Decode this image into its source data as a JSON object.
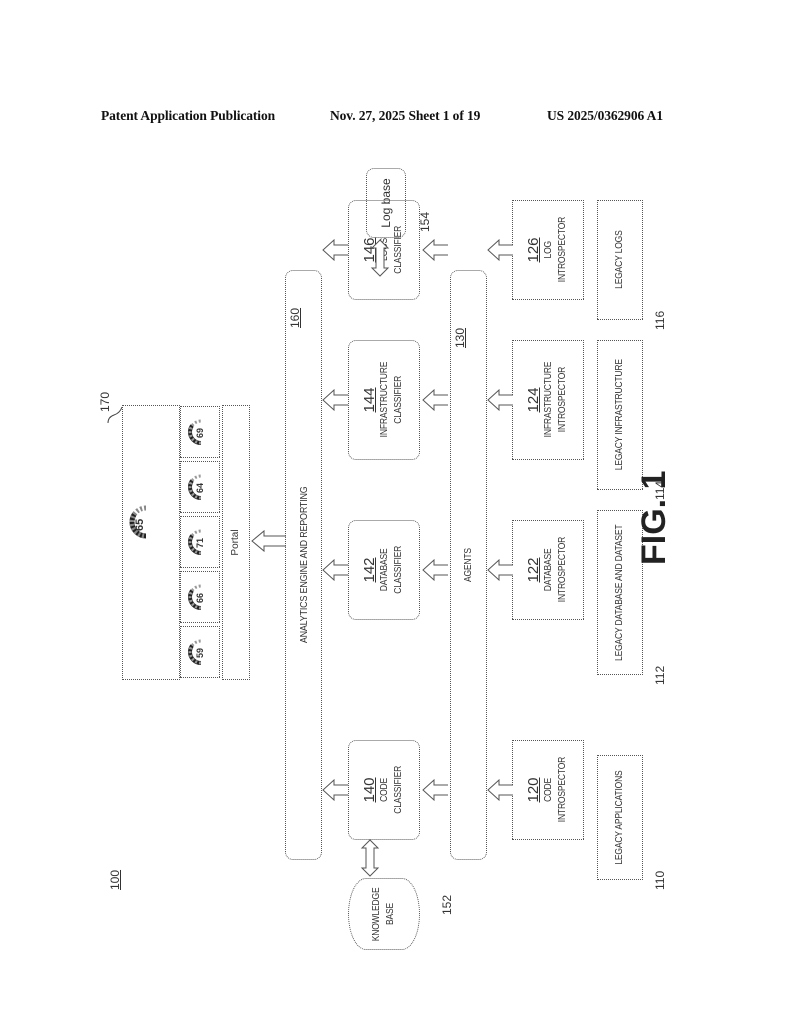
{
  "header": {
    "publication": "Patent Application Publication",
    "date_sheet": "Nov. 27, 2025  Sheet 1 of 19",
    "pub_number": "US 2025/0362906 A1"
  },
  "figure": {
    "system_ref": "100",
    "caption": "FIG. 1"
  },
  "portal": {
    "ref": "170",
    "label": "Portal",
    "main_gauge_value": "65",
    "gauges": [
      "59",
      "66",
      "71",
      "64",
      "69"
    ]
  },
  "analytics": {
    "ref": "160",
    "label": "ANALYTICS ENGINE AND REPORTING"
  },
  "agents": {
    "ref": "130",
    "label": "AGENTS"
  },
  "knowledge_base": {
    "ref": "152",
    "label_line1": "KNOWLEDGE",
    "label_line2": "BASE"
  },
  "log_base": {
    "ref": "154",
    "label": "Log base"
  },
  "classifiers": [
    {
      "ref": "140",
      "line1": "CODE",
      "line2": "CLASSIFIER"
    },
    {
      "ref": "142",
      "line1": "DATABASE",
      "line2": "CLASSIFIER"
    },
    {
      "ref": "144",
      "line1": "INFRASTRUCTURE",
      "line2": "CLASSIFIER"
    },
    {
      "ref": "146",
      "line1": "LOGS",
      "line2": "CLASSIFIER"
    }
  ],
  "introspectors": [
    {
      "ref": "120",
      "line1": "CODE",
      "line2": "INTROSPECTOR"
    },
    {
      "ref": "122",
      "line1": "DATABASE",
      "line2": "INTROSPECTOR"
    },
    {
      "ref": "124",
      "line1": "INFRASTRUCTURE",
      "line2": "INTROSPECTOR"
    },
    {
      "ref": "126",
      "line1": "LOG",
      "line2": "INTROSPECTOR"
    }
  ],
  "legacy": [
    {
      "ref": "110",
      "label": "LEGACY APPLICATIONS"
    },
    {
      "ref": "112",
      "label": "LEGACY DATABASE AND DATASET"
    },
    {
      "ref": "114",
      "label": "LEGACY INFRASTRUCTURE"
    },
    {
      "ref": "116",
      "label": "LEGACY LOGS"
    }
  ]
}
